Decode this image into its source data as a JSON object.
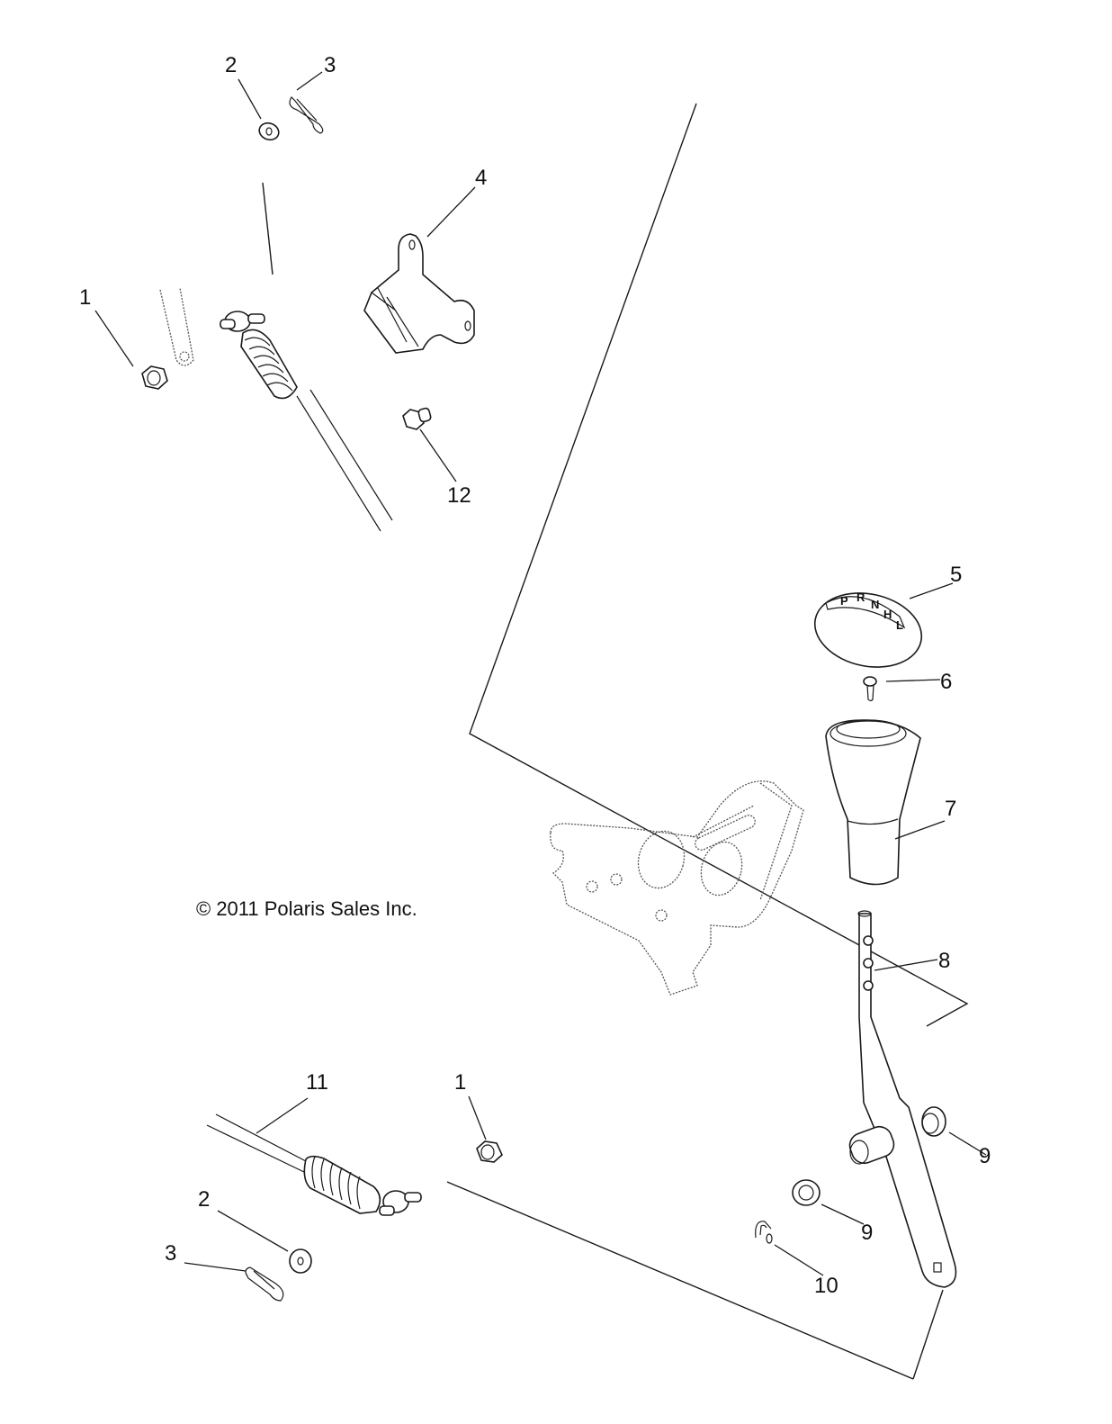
{
  "diagram": {
    "copyright": "© 2011 Polaris Sales Inc.",
    "callouts": {
      "c1_top": "1",
      "c2_top": "2",
      "c3_top": "3",
      "c4": "4",
      "c12": "12",
      "c5": "5",
      "c6": "6",
      "c7": "7",
      "c8": "8",
      "c9_right": "9",
      "c9_lower": "9",
      "c10": "10",
      "c11": "11",
      "c1_bottom": "1",
      "c2_bottom": "2",
      "c3_bottom": "3"
    },
    "knob_gear_letters": [
      "P",
      "R",
      "N",
      "H",
      "L"
    ],
    "line_color": "#1a1a1a",
    "background": "#ffffff"
  }
}
